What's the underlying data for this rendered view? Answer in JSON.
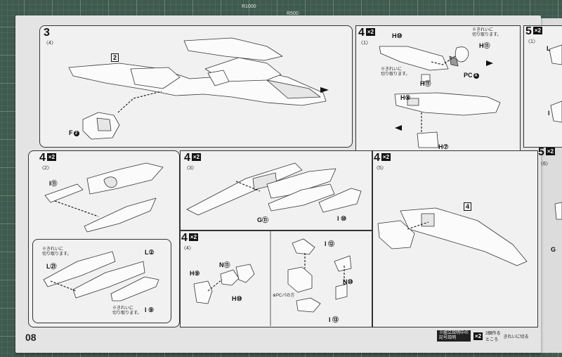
{
  "ruler": {
    "left": "R1000",
    "right": "R500"
  },
  "page_number": "08",
  "steps": {
    "s3": {
      "num": "3",
      "sub": "〈4〉",
      "parts": {
        "p2": "2",
        "f2": "F"
      }
    },
    "s4_1": {
      "num": "4",
      "mult": "×2",
      "sub": "〈1〉",
      "parts": {
        "h10": "H⑩",
        "h11a": "H⑪",
        "h11b": "H⑪",
        "pca": "PC",
        "h8": "H⑧",
        "h7": "H⑦"
      },
      "notes": {
        "n1": "※きれいに",
        "n2": "切り取ります。",
        "n3": "※きれいに",
        "n4": "切り取ります。"
      }
    },
    "s4_2": {
      "num": "4",
      "mult": "×2",
      "sub": "〈2〉",
      "parts": {
        "i11": "I⑪",
        "l21": "L㉑",
        "l22": "L②",
        "i9": "I ⑨"
      },
      "notes": {
        "n1": "※きれいに",
        "n2": "切り取ります。",
        "n3": "※きれいに",
        "n4": "切り取ります。"
      }
    },
    "s4_3": {
      "num": "4",
      "mult": "×2",
      "sub": "〈3〉",
      "parts": {
        "g11": "G⑪",
        "i10": "I ⑩"
      }
    },
    "s4_4": {
      "num": "4",
      "mult": "×2",
      "sub": "〈4〉",
      "parts": {
        "h9": "H⑨",
        "n11": "N⑪",
        "h10": "H⑩",
        "i12": "I ⑫",
        "n10": "N⑩",
        "i13": "I ⑬"
      },
      "notes": {
        "n1": "※PCパの方"
      }
    },
    "s4_5": {
      "num": "4",
      "mult": "×2",
      "sub": "〈5〉",
      "parts": {
        "p4": "4"
      }
    },
    "s5": {
      "num": "5",
      "mult": "×2",
      "sub": "〈1〉",
      "parts": {
        "l": "L",
        "i": "I"
      }
    },
    "s5b": {
      "num": "5",
      "mult": "×2",
      "sub": "〈6〉",
      "parts": {
        "g": "G"
      }
    }
  },
  "legend": {
    "a": "※組立説明中の",
    "b": "記号説明",
    "c": "×2",
    "d": "2個作る",
    "e": "ところ",
    "f": "きれいに切る"
  }
}
